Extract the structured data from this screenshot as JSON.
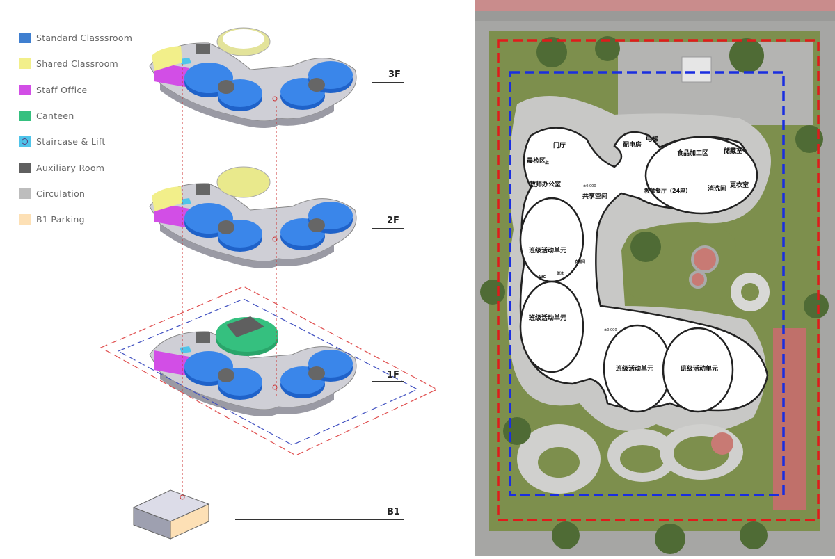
{
  "legend": [
    {
      "label": "Standard Classsroom",
      "color": "#3f7fd0"
    },
    {
      "label": "Shared Classroom",
      "color": "#f2ef8a"
    },
    {
      "label": "Staff Office",
      "color": "#d24ee6"
    },
    {
      "label": "Canteen",
      "color": "#35c07f"
    },
    {
      "label": "Staircase & Lift",
      "color": "#4fc4ea"
    },
    {
      "label": " Auxiliary Room",
      "color": "#5f5f5f"
    },
    {
      "label": "Circulation",
      "color": "#bdbdbd"
    },
    {
      "label": "B1 Parking",
      "color": "#fde0b5"
    }
  ],
  "floors": {
    "f3": "3F",
    "f2": "2F",
    "f1": "1F",
    "b1": "B1"
  },
  "plan": {
    "boundary_colors": {
      "site": "#e01b1b",
      "building": "#1a2ee0"
    },
    "rooms": {
      "lobby": "门厅",
      "power": "配电房",
      "lift": "电梯",
      "check": "晨检区",
      "office": "教师办公室",
      "shared": "共享空间",
      "food": "食品加工区",
      "storage": "储藏室",
      "dining": "教师餐厅（24座）",
      "wash": "消洗间",
      "locker": "更衣室",
      "unit1": "班级活动单元",
      "unit2": "班级活动单元",
      "unit3": "班级活动单元",
      "unit4": "班级活动单元",
      "cloak": "衣帽间",
      "wc": "WC",
      "basin": "盥洗",
      "level": "±0.000",
      "up": "上"
    }
  }
}
